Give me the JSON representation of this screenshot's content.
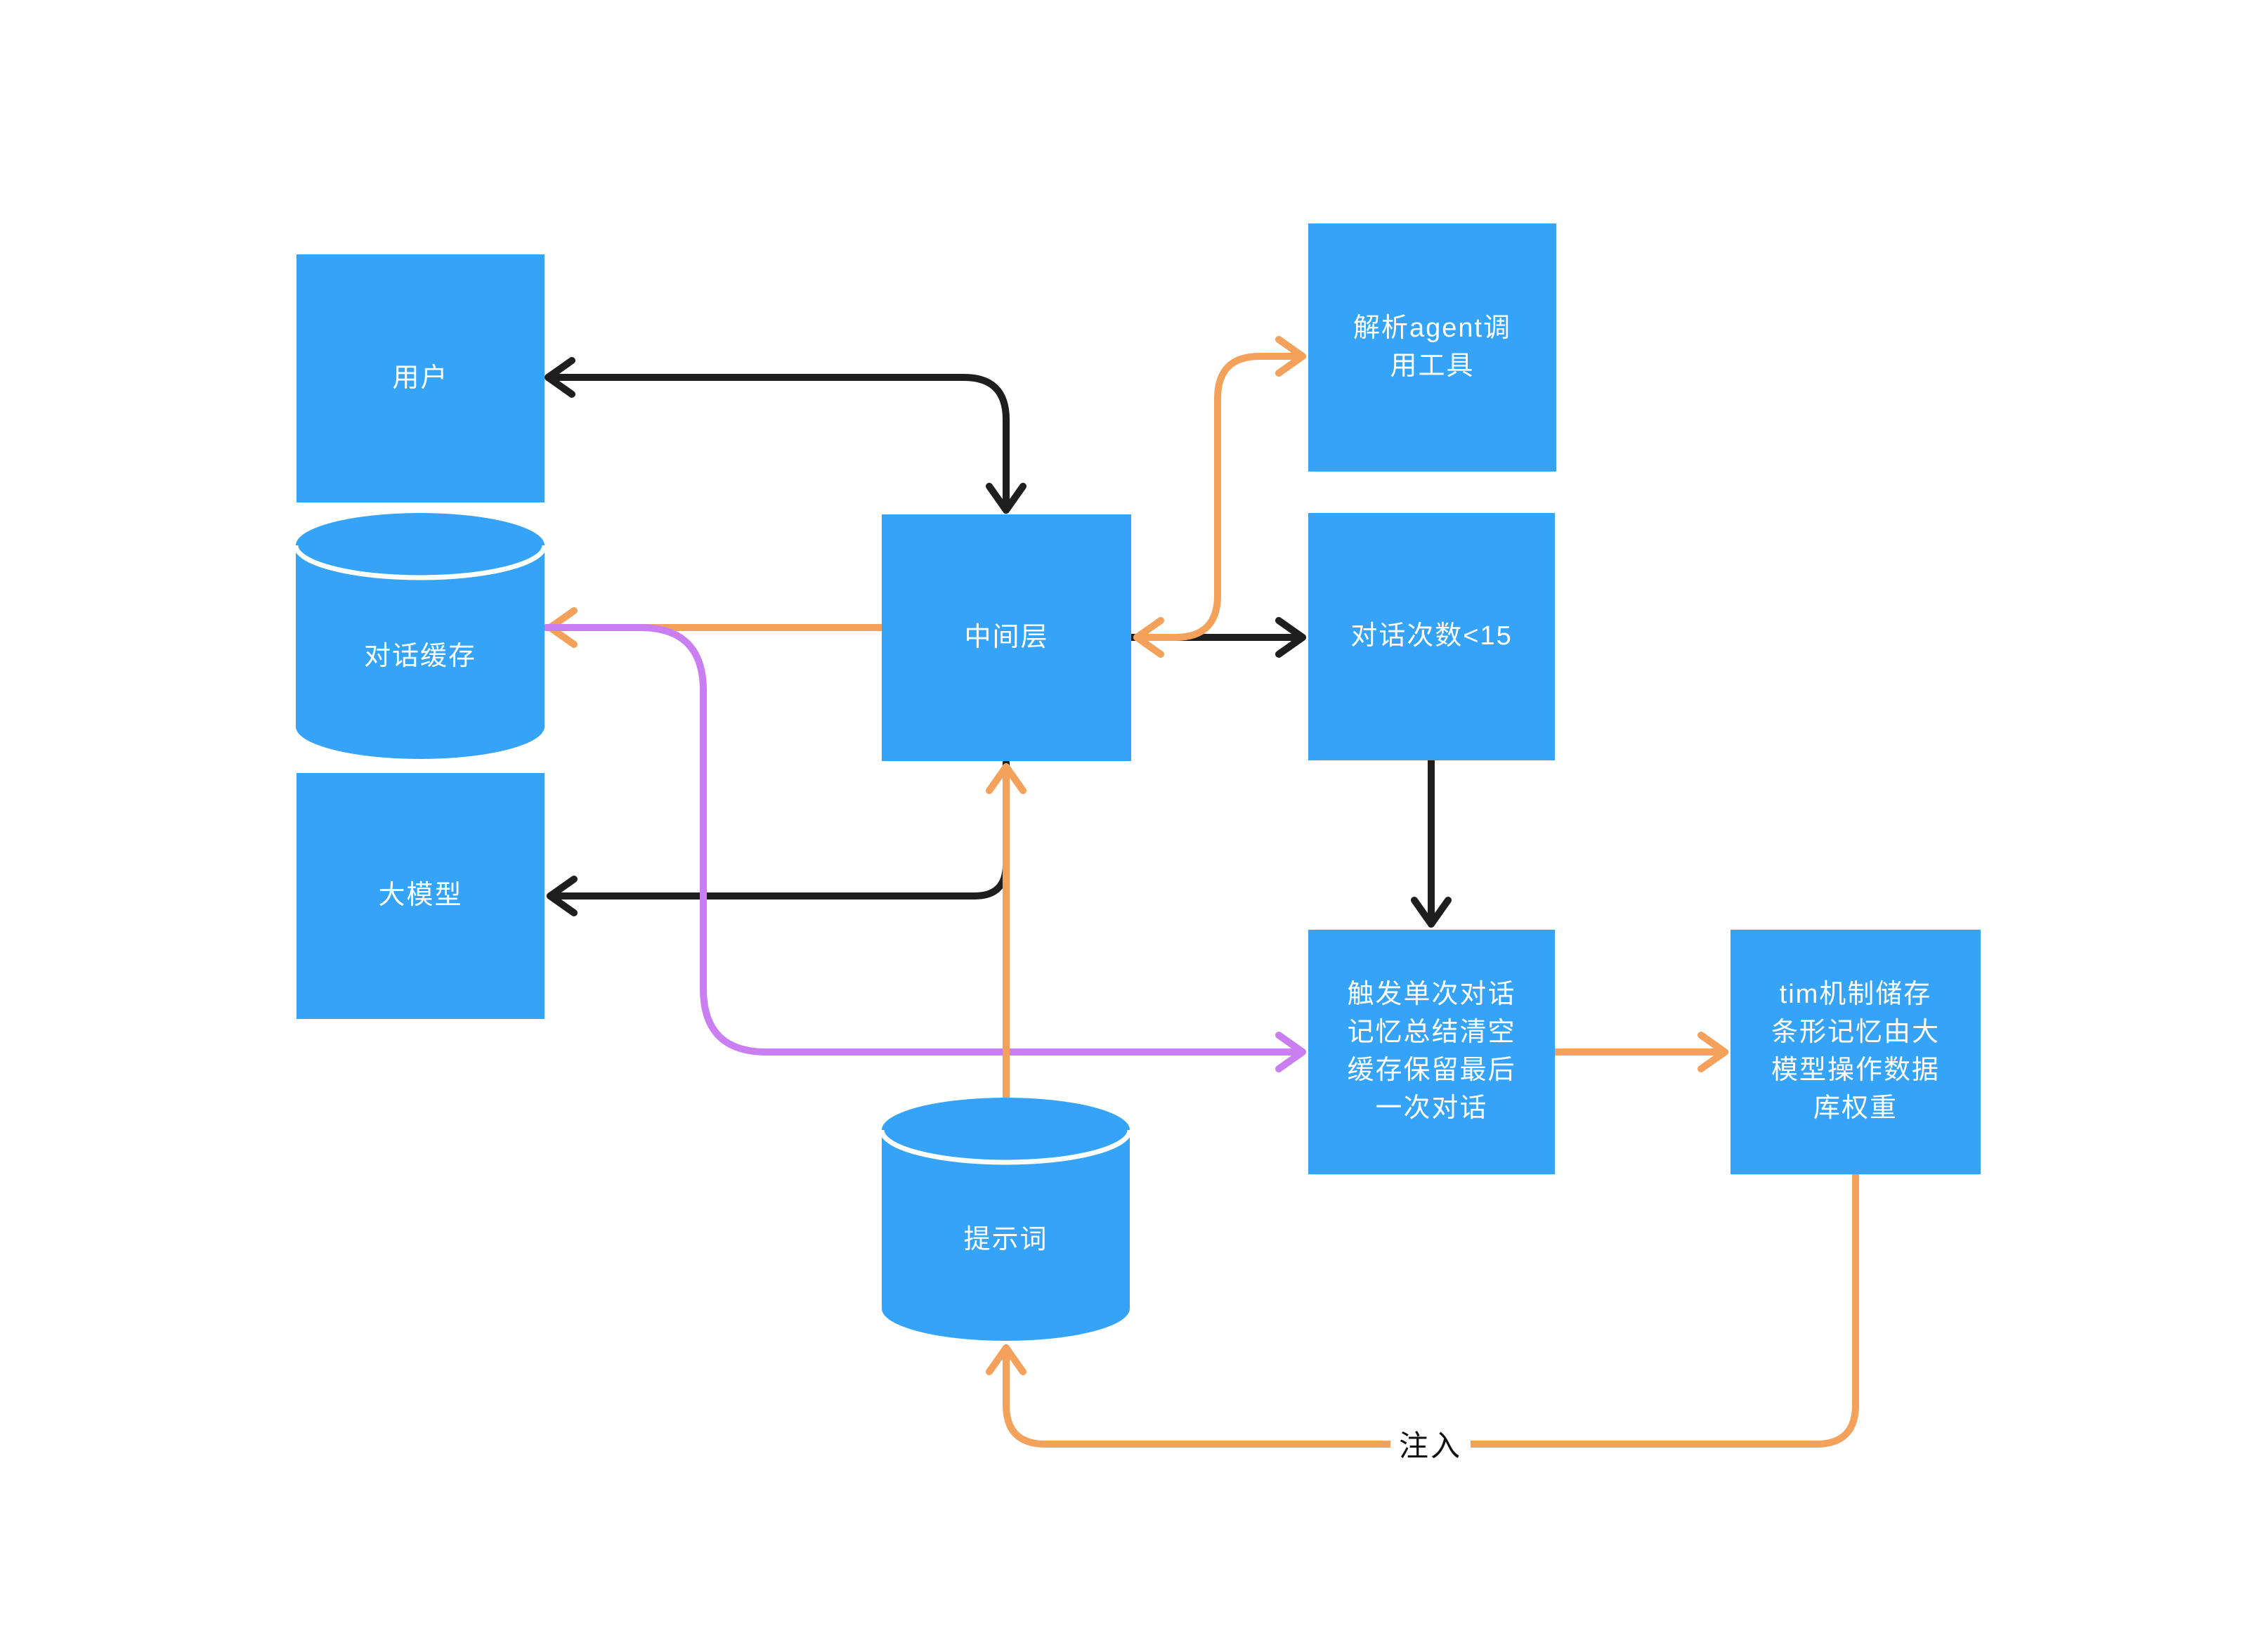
{
  "diagram": {
    "background": "#ffffff",
    "colors": {
      "node_fill": "#35A4F8",
      "node_text": "#ffffff",
      "edge_black": "#1e1e1e",
      "edge_orange": "#F3A15B",
      "edge_purple": "#C97FF1",
      "edge_label_text": "#111111"
    },
    "nodes": {
      "user": {
        "label": "用户",
        "shape": "rect"
      },
      "dialog_cache": {
        "label": "对话缓存",
        "shape": "cylinder"
      },
      "llm": {
        "label": "大模型",
        "shape": "rect"
      },
      "middle_layer": {
        "label": "中间层",
        "shape": "rect"
      },
      "parse_agent_tool": {
        "label": "解析agent调\n用工具",
        "shape": "rect"
      },
      "dialog_count": {
        "label": "对话次数<15",
        "shape": "rect"
      },
      "trigger_summary": {
        "label": "触发单次对话\n记忆总结清空\n缓存保留最后\n一次对话",
        "shape": "rect"
      },
      "tim_mechanism": {
        "label": "tim机制储存\n条形记忆由大\n模型操作数据\n库权重",
        "shape": "rect"
      },
      "prompt_words": {
        "label": "提示词",
        "shape": "cylinder"
      }
    },
    "edges": [
      {
        "id": "edge-user-middle",
        "from": "middle_layer",
        "to": "user",
        "color": "black",
        "heads": "both"
      },
      {
        "id": "edge-middle-cache",
        "from": "middle_layer",
        "to": "dialog_cache",
        "color": "orange",
        "heads": "end"
      },
      {
        "id": "edge-cache-trigger",
        "from": "dialog_cache",
        "to": "trigger_summary",
        "color": "purple",
        "heads": "end"
      },
      {
        "id": "edge-middle-count",
        "from": "middle_layer",
        "to": "dialog_count",
        "color": "black",
        "heads": "end"
      },
      {
        "id": "edge-middle-parse",
        "from": "middle_layer",
        "to": "parse_agent_tool",
        "color": "orange",
        "heads": "both"
      },
      {
        "id": "edge-count-trigger",
        "from": "dialog_count",
        "to": "trigger_summary",
        "color": "black",
        "heads": "end"
      },
      {
        "id": "edge-trigger-tim",
        "from": "trigger_summary",
        "to": "tim_mechanism",
        "color": "orange",
        "heads": "end"
      },
      {
        "id": "edge-tim-prompt",
        "from": "tim_mechanism",
        "to": "prompt_words",
        "color": "orange",
        "heads": "end",
        "label": "注入"
      },
      {
        "id": "edge-prompt-middle",
        "from": "prompt_words",
        "to": "middle_layer",
        "color": "orange",
        "heads": "end"
      },
      {
        "id": "edge-middle-llm",
        "from": "middle_layer",
        "to": "llm",
        "color": "black",
        "heads": "end"
      }
    ],
    "edge_labels": {
      "inject": "注入"
    }
  }
}
